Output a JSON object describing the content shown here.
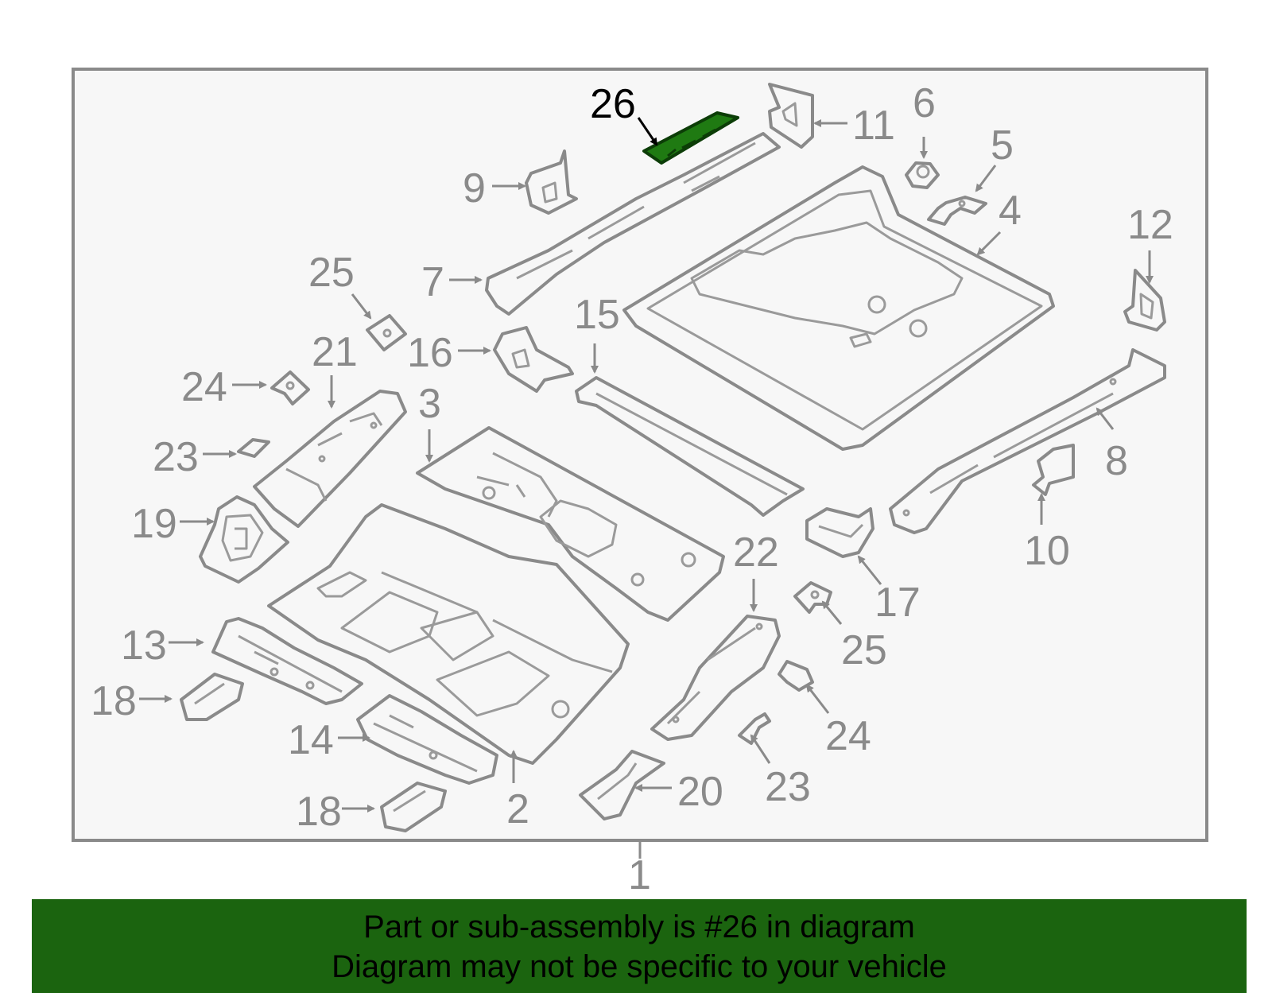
{
  "diagram": {
    "callouts": {
      "c1": "1",
      "c2": "2",
      "c3": "3",
      "c4": "4",
      "c5": "5",
      "c6": "6",
      "c7": "7",
      "c8": "8",
      "c9": "9",
      "c10": "10",
      "c11": "11",
      "c12": "12",
      "c13": "13",
      "c14": "14",
      "c15": "15",
      "c16": "16",
      "c17": "17",
      "c18a": "18",
      "c18b": "18",
      "c19": "19",
      "c20": "20",
      "c21": "21",
      "c22": "22",
      "c23a": "23",
      "c23b": "23",
      "c24a": "24",
      "c24b": "24",
      "c25a": "25",
      "c25b": "25",
      "c26": "26"
    },
    "highlight_part": "26",
    "highlight_color": "#1f7a12",
    "frame_color": "#8a8a8a",
    "panel_fill": "#f7f7f7"
  },
  "banner": {
    "line1": "Part or sub-assembly is #26 in diagram",
    "line2": "Diagram may not be specific to your vehicle",
    "background": "#1b640f"
  }
}
